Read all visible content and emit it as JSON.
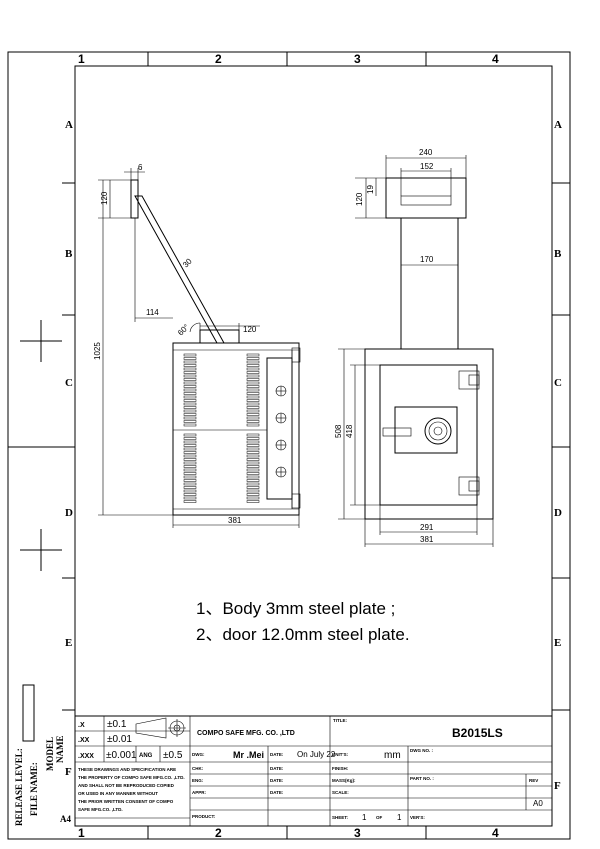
{
  "grid": {
    "columns": [
      "1",
      "2",
      "3",
      "4"
    ],
    "rows": [
      "A",
      "B",
      "C",
      "D",
      "E",
      "F"
    ]
  },
  "side_view": {
    "dims": {
      "plate_t": "6",
      "plate_h": "120",
      "arm_w": "30",
      "offset": "114",
      "base": "120",
      "angle": "60°",
      "height": "1025",
      "width": "381"
    }
  },
  "front_view": {
    "dims": {
      "top_w": "240",
      "inner_w": "152",
      "top_h": "120",
      "top_edge": "19",
      "column_w": "170",
      "body_h": "508",
      "door_h": "418",
      "door_w": "291",
      "body_w": "381"
    }
  },
  "notes": [
    "1、Body 3mm steel plate ;",
    "2、door 12.0mm steel plate."
  ],
  "left_margin": {
    "model": "MODEL",
    "name": "NAME",
    "release_level": "RELEASE LEVEL:",
    "file_name": "FILE NAME:",
    "sheet": "A4"
  },
  "title_block": {
    "tol": [
      {
        "code": ".X",
        "val": "±0.1"
      },
      {
        "code": ".XX",
        "val": "±0.01"
      },
      {
        "code": ".XXX",
        "val": "±0.001",
        "ang_label": "ANG",
        "ang_val": "±0.5"
      }
    ],
    "company": "COMPO SAFE MFG. CO. ,LTD",
    "disclaimer": [
      "THESE DRAWINGS AND SPECIFICATION ARE",
      "THE PROPERTY OF COMPO SAFE MFG.CO. ,LTD.",
      "AND SHALL NOT BE REPRODUCED COPIED",
      "OR USED IN ANY MANNER WITHOUT",
      "THE PRIOR WRITTEN CONSENT OF COMPO",
      "SAFE MFG.CO. ,LTD."
    ],
    "labels": {
      "title": "TITLE:",
      "dwg": "DWG:",
      "date": "DATE:",
      "unit": "UNIT'S:",
      "chk": "CHK:",
      "finish": "FINISH:",
      "dwg_no": "DWG NO. :",
      "eng": "ENG:",
      "mass": "MASS(Kg):",
      "part_no": "PART NO. :",
      "rev": "REV",
      "appr": "APPR:",
      "scale": "SCALE:",
      "product": "PRODUCT:",
      "sheet": "SHEET:",
      "of": "OF",
      "ver": "VER'S:"
    },
    "values": {
      "title": "B2015LS",
      "dwg": "Mr .Mei",
      "date": "On July 22",
      "unit": "mm",
      "sheet_num": "1",
      "sheet_total": "1",
      "rev": "A0"
    }
  }
}
